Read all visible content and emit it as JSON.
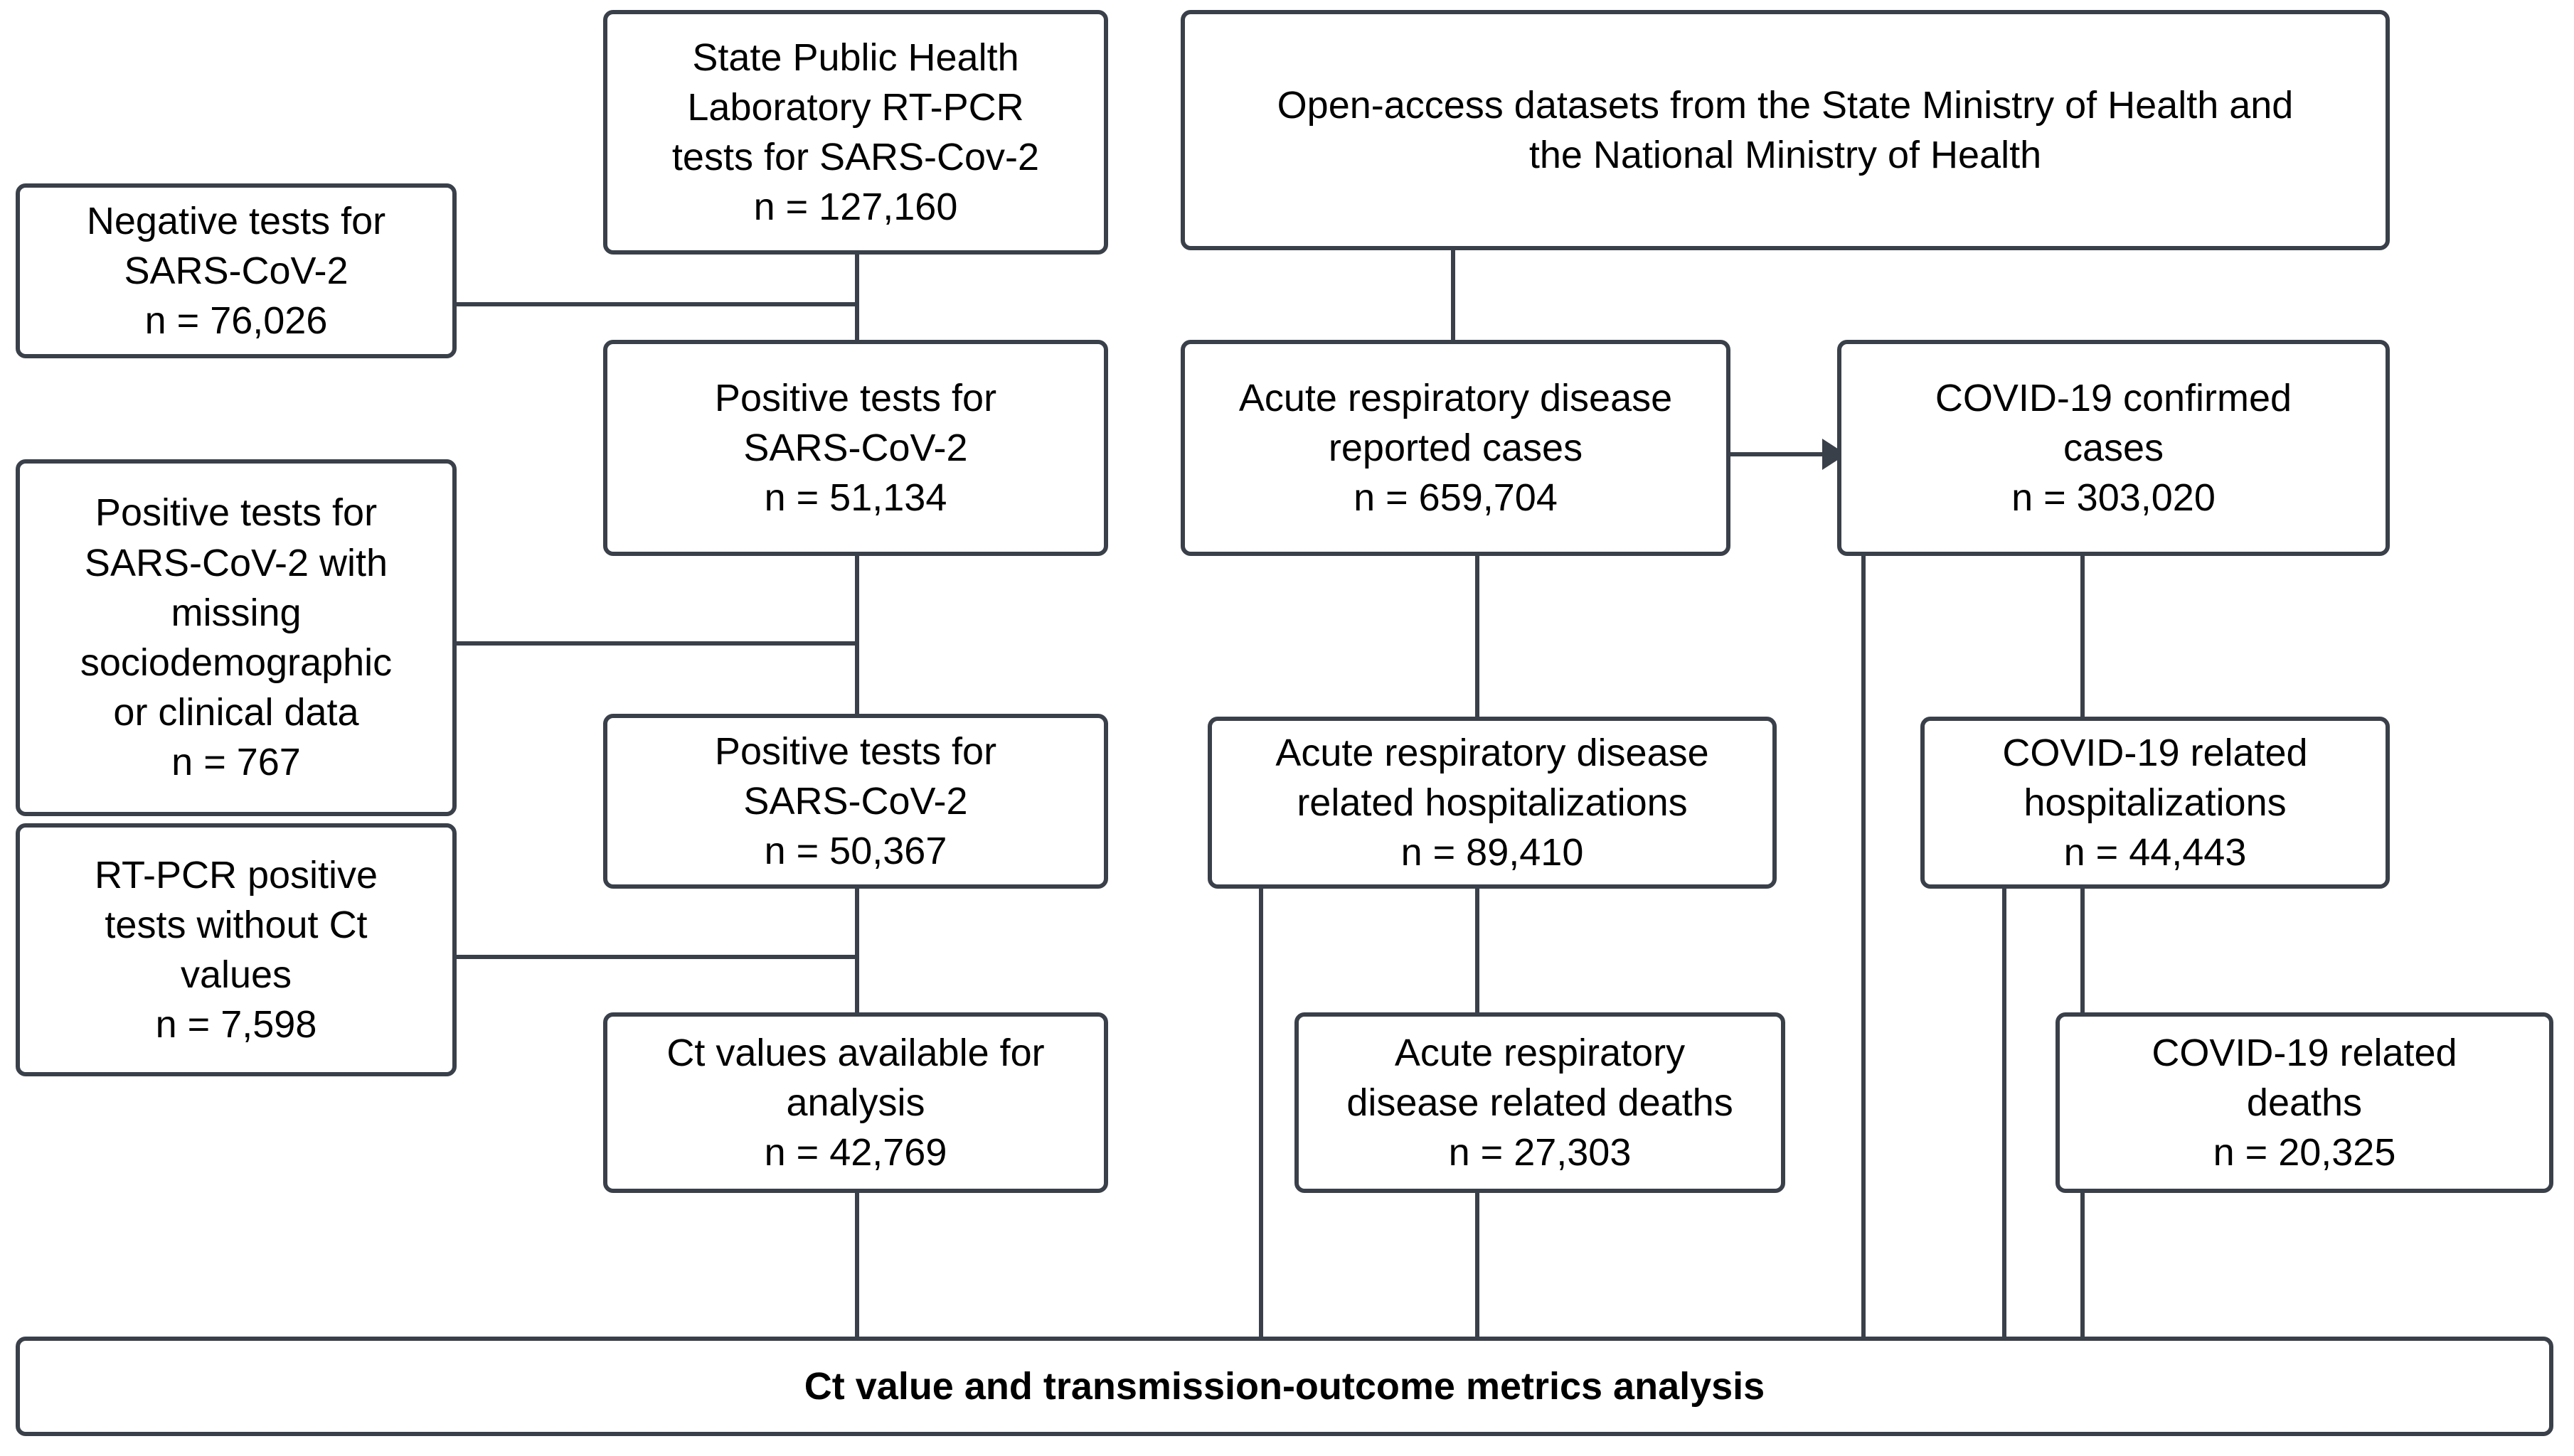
{
  "diagram": {
    "title": "Study population flow diagram",
    "accent_color": "#3a4049",
    "background_color": "#ffffff",
    "nodes": {
      "state_lab": "State Public Health\nLaboratory RT-PCR\ntests for SARS-Cov-2\nn = 127,160",
      "open_access": "Open-access datasets from the State Ministry of Health and\nthe National Ministry of Health",
      "negative_tests": "Negative tests for\nSARS-CoV-2\nn = 76,026",
      "positive_missing": "Positive tests for\nSARS-CoV-2 with\nmissing\nsociodemographic\nor clinical data\nn = 767",
      "rtpcr_no_ct": "RT-PCR positive\ntests without Ct\nvalues\nn = 7,598",
      "positive_tests_1": "Positive tests for\nSARS-CoV-2\nn =  51,134",
      "positive_tests_2": "Positive tests for\nSARS-CoV-2\nn =  50,367",
      "ct_available": "Ct values available for\nanalysis\nn = 42,769",
      "ard_cases": "Acute respiratory disease\nreported cases\nn = 659,704",
      "ard_hosp": "Acute respiratory disease\nrelated hospitalizations\nn = 89,410",
      "ard_deaths": "Acute respiratory\ndisease related deaths\nn = 27,303",
      "covid_cases": "COVID-19 confirmed\ncases\nn = 303,020",
      "covid_hosp": "COVID-19 related\nhospitalizations\nn = 44,443",
      "covid_deaths": "COVID-19 related\ndeaths\nn = 20,325",
      "analysis": "Ct value and transmission-outcome metrics analysis"
    }
  }
}
